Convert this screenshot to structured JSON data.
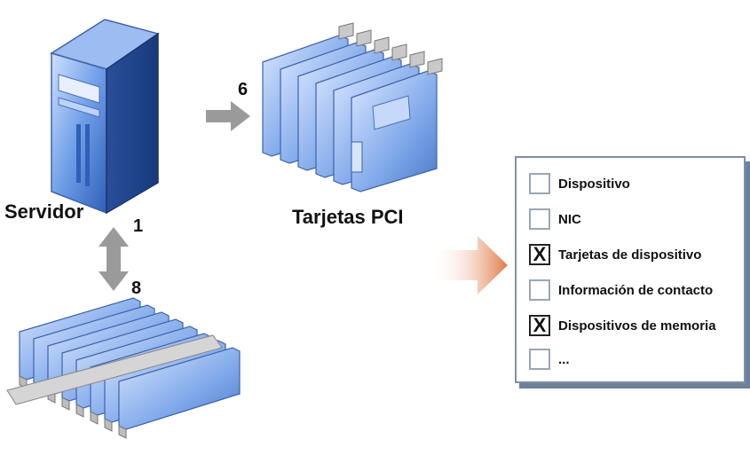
{
  "labels": {
    "server": "Servidor",
    "pci": "Tarjetas PCI",
    "count_server_pci": "6",
    "count_server_side": "1",
    "count_memory_side": "8"
  },
  "checklist": [
    {
      "label": "Dispositivo",
      "checked": false,
      "mark": ""
    },
    {
      "label": "NIC",
      "checked": false,
      "mark": ""
    },
    {
      "label": "Tarjetas de dispositivo",
      "checked": true,
      "mark": "X"
    },
    {
      "label": "Información de contacto",
      "checked": false,
      "mark": ""
    },
    {
      "label": "Dispositivos de memoria",
      "checked": true,
      "mark": "X"
    },
    {
      "label": "...",
      "checked": false,
      "mark": ""
    }
  ],
  "colors": {
    "device_blue": "#5b8fe0",
    "arrow_gray": "#9a9a9a",
    "arrow_orange": "#e07a45",
    "panel_border": "#7d8fa8"
  }
}
